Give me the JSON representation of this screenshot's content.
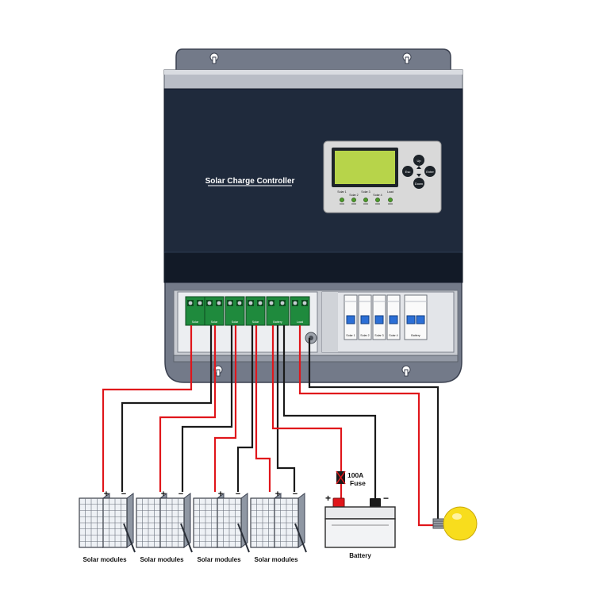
{
  "controller": {
    "title": "Solar Charge Controller",
    "buttons": {
      "up": "Up",
      "esc": "Esc",
      "enter": "Enter",
      "down": "Down"
    },
    "indicators": [
      "Solar 1",
      "Solar 2",
      "Solar 3",
      "Solar 4",
      "Load"
    ],
    "terminal_labels": [
      "Solar",
      "Solar",
      "Solar",
      "Solar",
      "Battery",
      "Load"
    ],
    "breaker_labels": [
      "Solar 1",
      "Solar 2",
      "Solar 3",
      "Solar 4",
      "Battery"
    ]
  },
  "wiring": {
    "plus": "+",
    "minus": "−",
    "fuse_rating": "100A",
    "fuse_word": "Fuse"
  },
  "modules": {
    "label": "Solar modules",
    "count": 4
  },
  "battery": {
    "label": "Battery"
  },
  "colors": {
    "positive_wire": "#e0161b",
    "negative_wire": "#1a1a1a",
    "controller_body": "#1f2a3c",
    "mount_plate": "#6d7484",
    "lcd": "#b7d44a",
    "bulb": "#f8dd1d"
  }
}
